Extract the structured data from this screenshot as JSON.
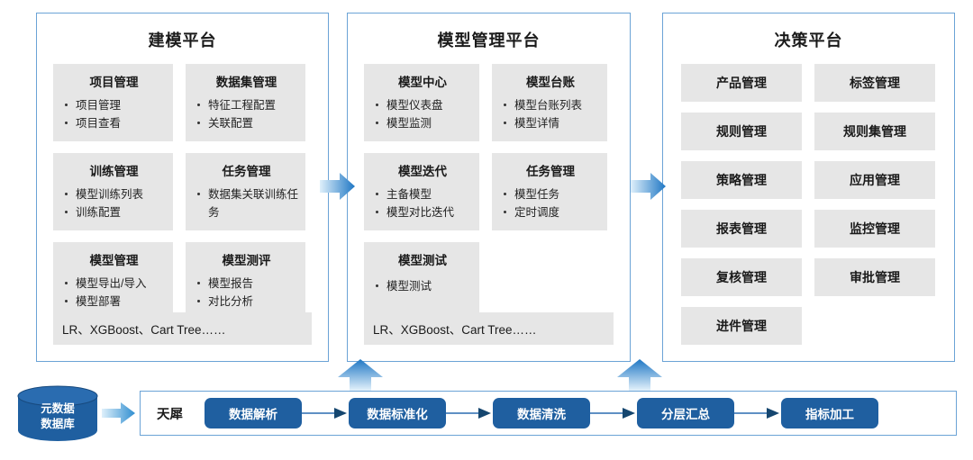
{
  "colors": {
    "panel_border": "#6ba3d6",
    "card_bg": "#e6e6e6",
    "pipeline_step_bg": "#1f5fa0",
    "arrow_dark": "#1f5fa0",
    "arrow_light": "#d8ecfa",
    "text": "#1a1a1a"
  },
  "panels": [
    {
      "id": "modeling",
      "title": "建模平台",
      "cards": [
        {
          "title": "项目管理",
          "items": [
            "项目管理",
            "项目查看"
          ]
        },
        {
          "title": "数据集管理",
          "items": [
            "特征工程配置",
            "关联配置"
          ]
        },
        {
          "title": "训练管理",
          "items": [
            "模型训练列表",
            "训练配置"
          ]
        },
        {
          "title": "任务管理",
          "items": [
            "数据集关联训练任务"
          ]
        },
        {
          "title": "模型管理",
          "items": [
            "模型导出/导入",
            "模型部署"
          ]
        },
        {
          "title": "模型测评",
          "items": [
            "模型报告",
            "对比分析"
          ]
        }
      ],
      "footer": "LR、XGBoost、Cart Tree……"
    },
    {
      "id": "modelmgmt",
      "title": "模型管理平台",
      "cards": [
        {
          "title": "模型中心",
          "items": [
            "模型仪表盘",
            "模型监测"
          ]
        },
        {
          "title": "模型台账",
          "items": [
            "模型台账列表",
            "模型详情"
          ]
        },
        {
          "title": "模型迭代",
          "items": [
            "主备模型",
            "模型对比迭代"
          ]
        },
        {
          "title": "任务管理",
          "items": [
            "模型任务",
            "定时调度"
          ]
        },
        {
          "title": "模型测试",
          "items": [
            "模型测试"
          ]
        }
      ],
      "footer": "LR、XGBoost、Cart Tree……"
    },
    {
      "id": "decision",
      "title": "决策平台",
      "buttons": [
        "产品管理",
        "标签管理",
        "规则管理",
        "规则集管理",
        "策略管理",
        "应用管理",
        "报表管理",
        "监控管理",
        "复核管理",
        "审批管理",
        "进件管理"
      ]
    }
  ],
  "pipeline": {
    "database_label_line1": "元数据",
    "database_label_line2": "数据库",
    "platform_label": "天犀",
    "steps": [
      "数据解析",
      "数据标准化",
      "数据清洗",
      "分层汇总",
      "指标加工"
    ]
  }
}
